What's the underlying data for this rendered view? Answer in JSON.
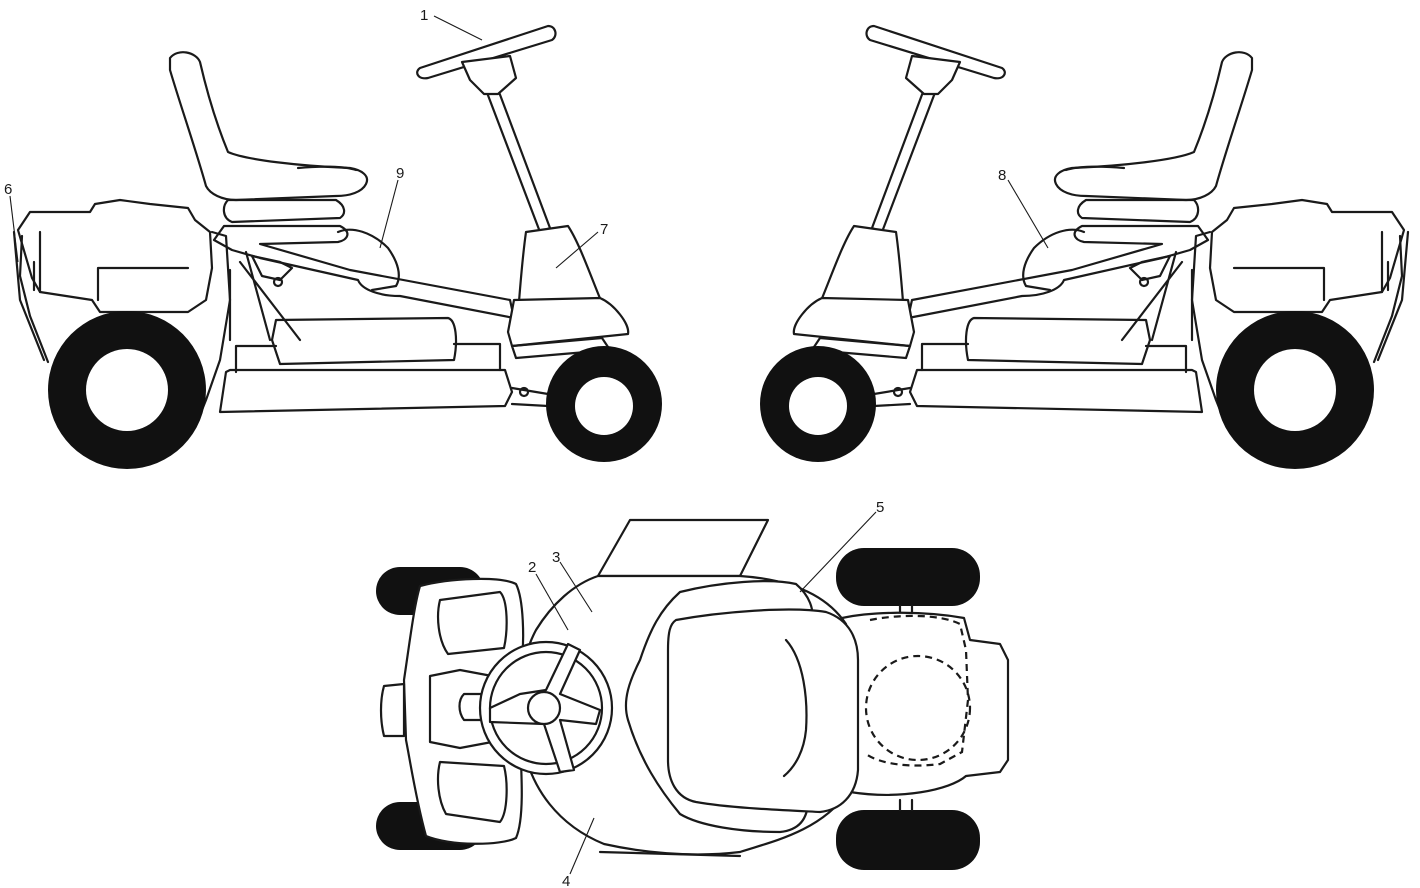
{
  "callouts": {
    "c1": "1",
    "c2": "2",
    "c3": "3",
    "c4": "4",
    "c5": "5",
    "c6": "6",
    "c7": "7",
    "c8": "8",
    "c9": "9"
  },
  "colors": {
    "line": "#1a1a1a",
    "tire": "#111111",
    "background": "#ffffff"
  }
}
